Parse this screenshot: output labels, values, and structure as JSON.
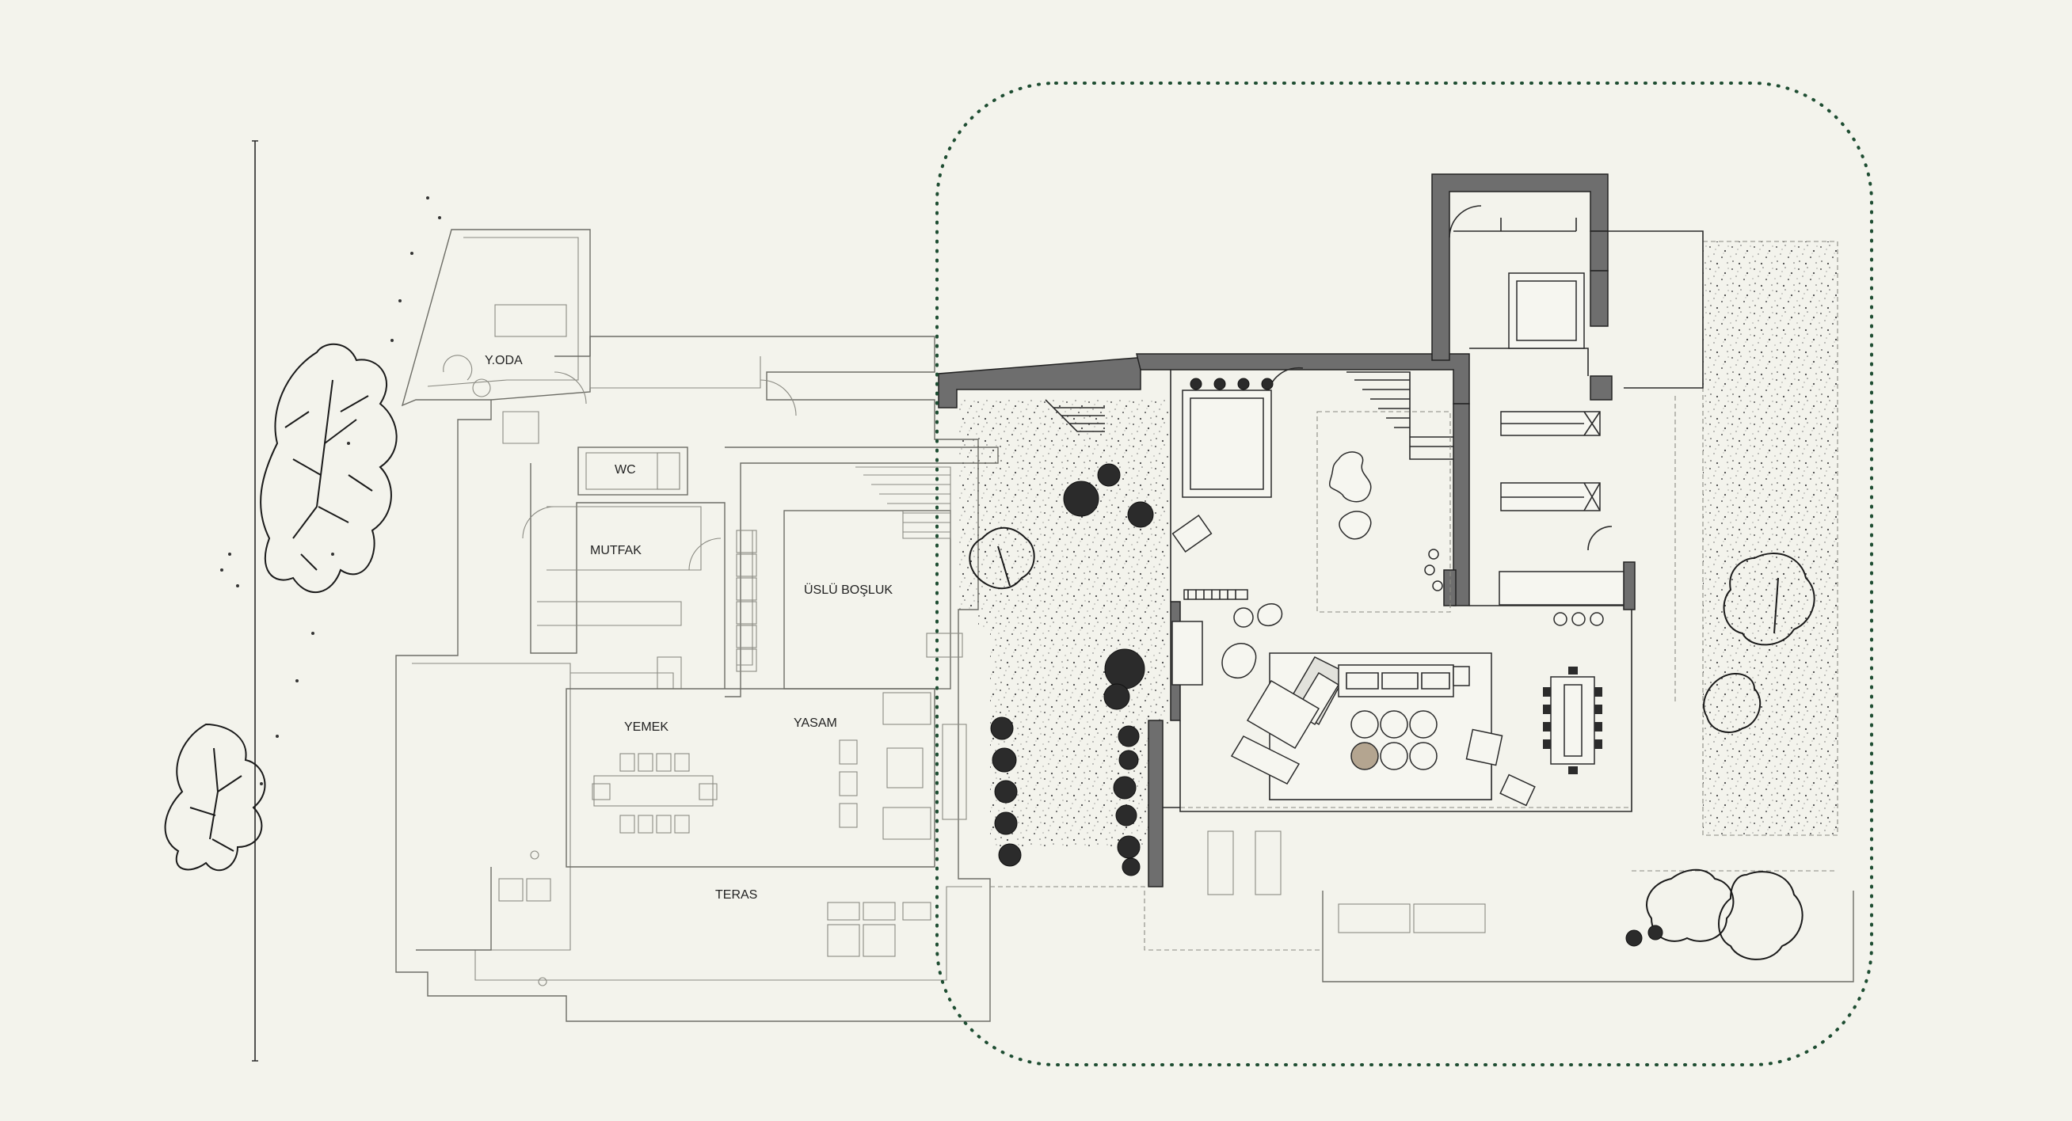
{
  "rooms": {
    "y_oda": "Y.ODA",
    "wc": "WC",
    "mutfak": "MUTFAK",
    "uslu_bosluk": "ÜSLÜ BOŞLUK",
    "yemek": "YEMEK",
    "yasam": "YASAM",
    "teras": "TERAS"
  },
  "colors": {
    "background": "#f3f3ec",
    "scope_outline": "#1e4d32",
    "wall_fill": "#6e6e6e",
    "line": "#2a2a2a"
  },
  "icons": [
    "tree-icon",
    "shrub-icon",
    "gravel-pattern"
  ]
}
